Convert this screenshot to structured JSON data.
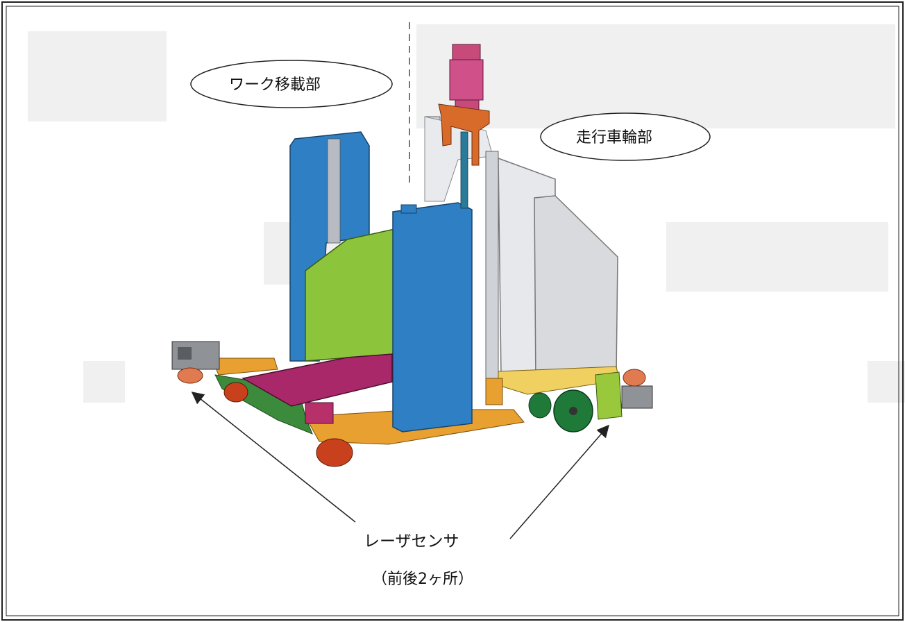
{
  "callouts": {
    "work_transfer": "ワーク移載部",
    "drive_wheel": "走行車輪部",
    "laser_sensor": "レーザセンサ",
    "laser_sensor_note": "（前後2ヶ所）"
  },
  "colors": {
    "blue_column": "#2f7fc4",
    "green_panel": "#8cc43c",
    "magenta_plate": "#a8286a",
    "orange_parts": "#e8a030",
    "red_wheels": "#c8401c",
    "gray_cover": "#d8dade",
    "motor_pink": "#c84a7a",
    "dark_green_wheel": "#1f7a3a",
    "sensor_gray": "#8f9296"
  },
  "icons": [
    "motor-icon",
    "caster-wheel-icon",
    "drive-wheel-icon",
    "laser-sensor-icon"
  ]
}
